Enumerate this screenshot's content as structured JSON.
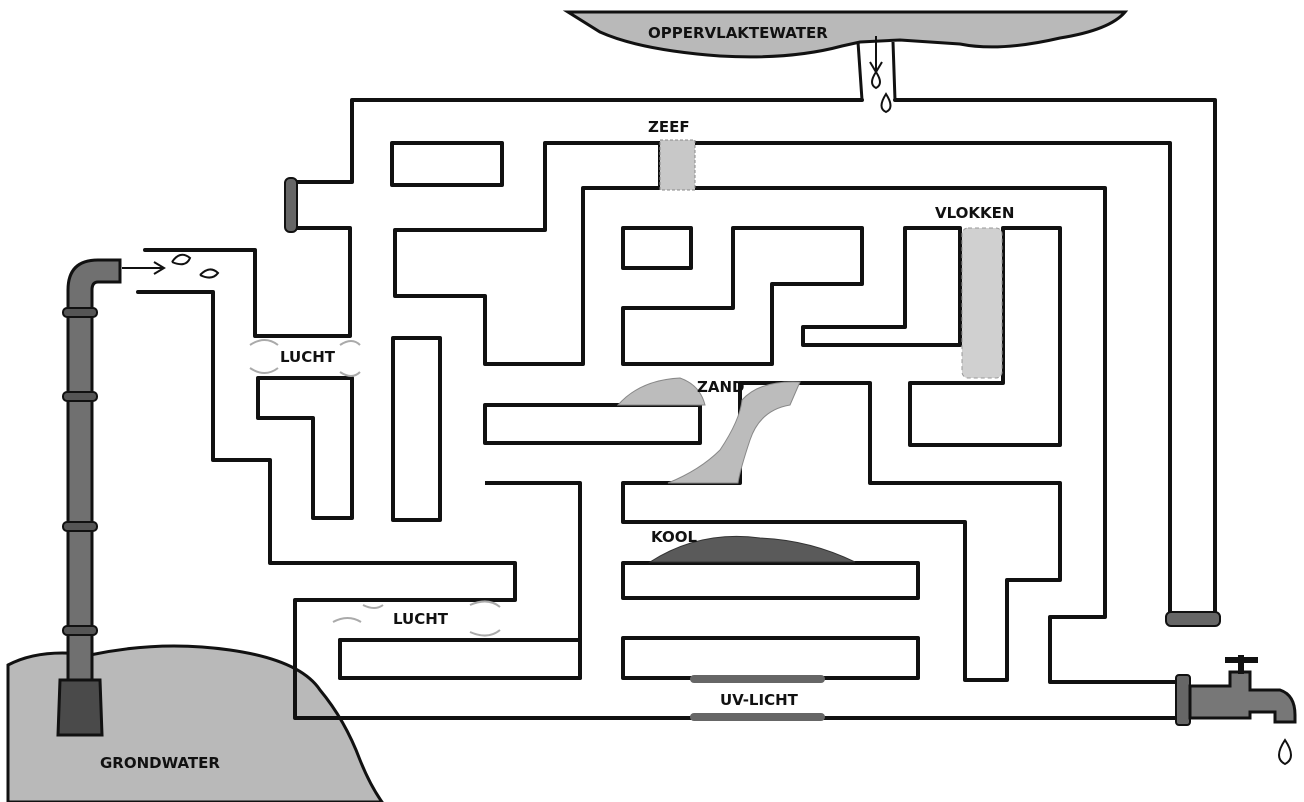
{
  "labels": {
    "surface_water": "OPPERVLAKTEWATER",
    "sieve": "ZEEF",
    "flakes": "VLOKKEN",
    "air_top": "LUCHT",
    "sand": "ZAND",
    "carbon": "KOOL",
    "air_bottom": "LUCHT",
    "uv_light": "UV-LICHT",
    "groundwater": "GRONDWATER"
  },
  "colors": {
    "water": "#b9b9b9",
    "ink": "#111111",
    "gravel": "#a6a6a6",
    "pipe": "#707070",
    "carbon": "#5a5a5a"
  }
}
